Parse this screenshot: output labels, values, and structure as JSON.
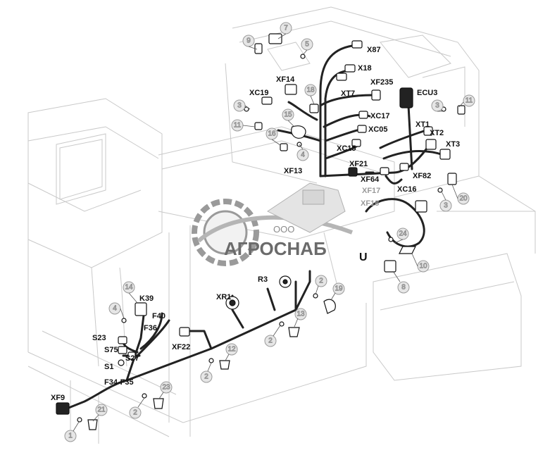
{
  "watermark": {
    "company_prefix": "ООО",
    "brand": "АГРОСНАБ"
  },
  "connector_labels": {
    "X87": "X87",
    "X18": "X18",
    "XF235": "XF235",
    "XT7": "XT7",
    "ECU3": "ECU3",
    "XF14": "XF14",
    "XC19": "XC19",
    "XC17": "XC17",
    "XC05": "XC05",
    "XT1": "XT1",
    "XT2": "XT2",
    "XT3": "XT3",
    "XC15": "XC15",
    "XF21": "XF21",
    "XF13": "XF13",
    "XF64": "XF64",
    "XF82": "XF82",
    "XF17": "XF17",
    "XC16": "XC16",
    "XF18": "XF18",
    "U": "U",
    "XR1": "XR1",
    "R3": "R3",
    "K39": "K39",
    "F40": "F40",
    "F36": "F36",
    "XF22": "XF22",
    "S23": "S23",
    "S75": "S75",
    "S27": "S27",
    "S1": "S1",
    "F34F35": "F34-F35",
    "XF9": "XF9"
  },
  "callouts": {
    "c7": "7",
    "c9": "9",
    "c5": "5",
    "c18": "18",
    "c3a": "3",
    "c15": "15",
    "c11a": "11",
    "c16": "16",
    "c4a": "4",
    "c11b": "11",
    "c3b": "3",
    "c3c": "3",
    "c20": "20",
    "c24": "24",
    "c10": "10",
    "c8": "8",
    "c14": "14",
    "c4b": "4",
    "c2a": "2",
    "c19": "19",
    "c13": "13",
    "c2b": "2",
    "c12": "12",
    "c2c": "2",
    "c23": "23",
    "c2d": "2",
    "c21": "21",
    "c1": "1"
  }
}
